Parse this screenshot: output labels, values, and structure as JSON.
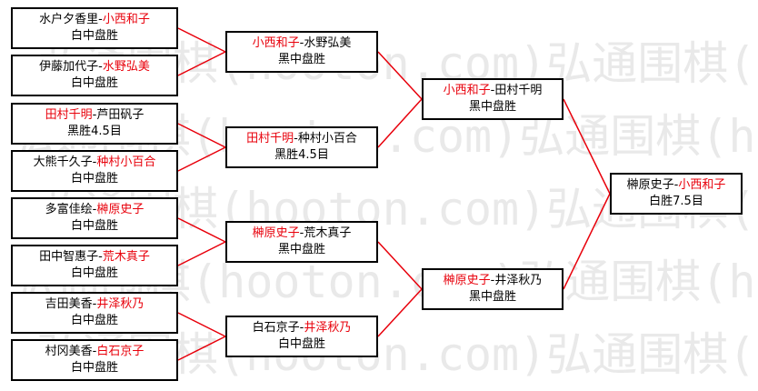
{
  "watermark": {
    "text": "弘通围棋(hooton.com)弘通围棋(hooton.com)"
  },
  "colors": {
    "winner": "#e8000b",
    "line": "#e8000b",
    "border": "#000000",
    "text": "#000000"
  },
  "bracket": {
    "round1": [
      {
        "p1": "水户夕香里",
        "sep": "-",
        "p2": "小西和子",
        "winner": "p2",
        "result": "白中盘胜"
      },
      {
        "p1": "伊藤加代子",
        "sep": "-",
        "p2": "水野弘美",
        "winner": "p2",
        "result": "白中盘胜"
      },
      {
        "p1": "田村千明",
        "sep": "-",
        "p2": "芦田矾子",
        "winner": "p1",
        "result": "黑胜4.5目"
      },
      {
        "p1": "大熊千久子",
        "sep": "-",
        "p2": "种村小百合",
        "winner": "p2",
        "result": "白中盘胜"
      },
      {
        "p1": "多富佳绘",
        "sep": "-",
        "p2": "榊原史子",
        "winner": "p2",
        "result": "白中盘胜"
      },
      {
        "p1": "田中智惠子",
        "sep": "-",
        "p2": "荒木真子",
        "winner": "p2",
        "result": "白中盘胜"
      },
      {
        "p1": "吉田美香",
        "sep": "-",
        "p2": "井泽秋乃",
        "winner": "p2",
        "result": "白中盘胜"
      },
      {
        "p1": "村冈美香",
        "sep": "-",
        "p2": "白石京子",
        "winner": "p2",
        "result": "白中盘胜"
      }
    ],
    "round2": [
      {
        "p1": "小西和子",
        "sep": "-",
        "p2": "水野弘美",
        "winner": "p1",
        "result": "黑中盘胜"
      },
      {
        "p1": "田村千明",
        "sep": "-",
        "p2": "种村小百合",
        "winner": "p1",
        "result": "黑胜4.5目"
      },
      {
        "p1": "榊原史子",
        "sep": "-",
        "p2": "荒木真子",
        "winner": "p1",
        "result": "黑中盘胜"
      },
      {
        "p1": "白石京子",
        "sep": "-",
        "p2": "井泽秋乃",
        "winner": "p2",
        "result": "白中盘胜"
      }
    ],
    "round3": [
      {
        "p1": "小西和子",
        "sep": "-",
        "p2": "田村千明",
        "winner": "p1",
        "result": "黑中盘胜"
      },
      {
        "p1": "榊原史子",
        "sep": "-",
        "p2": "井泽秋乃",
        "winner": "p1",
        "result": "黑中盘胜"
      }
    ],
    "final": [
      {
        "p1": "榊原史子",
        "sep": "-",
        "p2": "小西和子",
        "winner": "p2",
        "result": "白胜7.5目"
      }
    ]
  }
}
